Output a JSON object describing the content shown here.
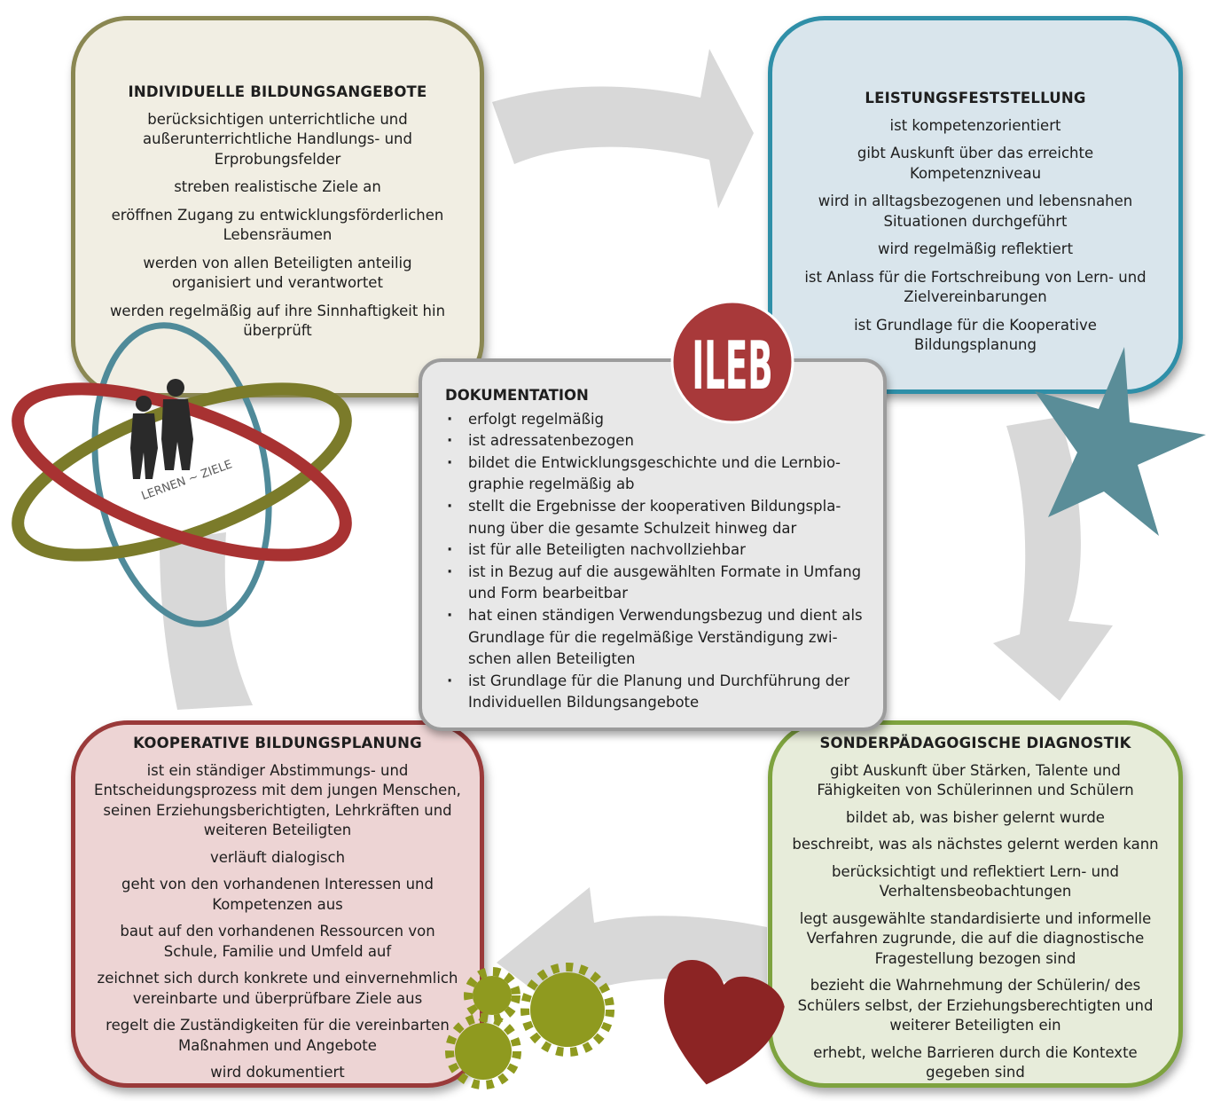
{
  "center_badge": {
    "label": "ILEB"
  },
  "figure": {
    "label": "LERNEN ~ ZIELE"
  },
  "colors": {
    "individuelle": "#8a8752",
    "leistung": "#2f8fa8",
    "kooperativ": "#9a3a3a",
    "sonder": "#7ea33f",
    "dokumentation": "#9c9c9c",
    "arrows": "#d6d6d6",
    "badge": "#a8393a"
  },
  "boxes": {
    "individuelle": {
      "title": "INDIVIDUELLE BILDUNGSANGEBOTE",
      "items": [
        "berücksichtigen unterrichtliche und außerunterrichtliche Handlungs- und Erprobungsfelder",
        "streben realistische Ziele an",
        "eröffnen Zugang zu entwicklungsförderlichen Lebensräumen",
        "werden von allen Beteiligten anteilig organisiert und verantwortet",
        "werden regelmäßig auf ihre Sinnhaftigkeit hin überprüft"
      ]
    },
    "leistung": {
      "title": "LEISTUNGSFESTSTELLUNG",
      "items": [
        "ist kompetenzorientiert",
        "gibt Auskunft über das erreichte Kompetenzniveau",
        "wird in alltagsbezogenen und lebensnahen Situationen durchgeführt",
        "wird regelmäßig reflektiert",
        "ist Anlass für die Fortschreibung von Lern- und Zielvereinbarungen",
        "ist Grundlage für die Kooperative Bildungsplanung"
      ]
    },
    "dokumentation": {
      "title": "DOKUMENTATION",
      "items": [
        "erfolgt regelmäßig",
        "ist adressatenbezogen",
        "bildet die Entwicklungsgeschichte und die Lernbio­graphie regelmäßig ab",
        "stellt die Ergebnisse der kooperativen Bildungspla­nung über die gesamte Schulzeit hinweg dar",
        "ist für alle Beteiligten nachvollziehbar",
        "ist in Bezug auf die ausgewählten Formate in Umfang und Form bearbeitbar",
        "hat einen ständigen Verwendungsbezug und dient als Grundlage für die regelmäßige Verständigung zwi­schen allen Beteiligten",
        "ist Grundlage für die Planung und Durchführung der Individuellen Bildungsangebote"
      ]
    },
    "kooperativ": {
      "title": "KOOPERATIVE BILDUNGSPLANUNG",
      "items": [
        "ist ein ständiger Abstimmungs- und Entscheidungsprozess mit dem jungen Menschen, seinen Erziehungsberichtigten, Lehrkräften und weiteren Beteiligten",
        "verläuft dialogisch",
        "geht von den vorhandenen Interessen und Kompetenzen aus",
        "baut auf den vorhandenen Ressourcen von Schule, Familie und Umfeld auf",
        "zeichnet sich durch konkrete und einvernehmlich vereinbarte und überprüfbare Ziele aus",
        "regelt die Zuständigkeiten für die vereinbarten Maßnahmen und Angebote",
        "wird dokumentiert"
      ]
    },
    "sonder": {
      "title": "SONDERPÄDAGOGISCHE DIAGNOSTIK",
      "items": [
        "gibt Auskunft über Stärken, Talente und Fähigkeiten von Schülerinnen und Schülern",
        "bildet ab, was bisher gelernt wurde",
        "beschreibt, was als nächstes gelernt werden kann",
        "berücksichtigt und reflektiert Lern- und Verhaltensbeobachtungen",
        "legt ausgewählte standardisierte und informelle Verfahren zugrunde, die auf die diagnostische Fragestellung bezogen sind",
        "bezieht die Wahrnehmung der Schülerin/ des Schülers selbst, der Erziehungsberechtigten und weiterer Beteiligten ein",
        "erhebt, welche Barrieren durch die Kontexte gegeben sind"
      ]
    }
  }
}
